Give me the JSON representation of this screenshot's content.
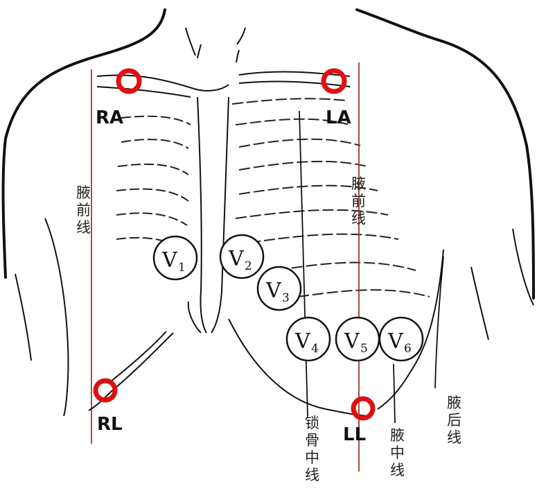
{
  "limb_electrodes": {
    "ra": "RA",
    "la": "LA",
    "rl": "RL",
    "ll": "LL"
  },
  "chest_electrodes": {
    "v1": {
      "letter": "V",
      "num": "1"
    },
    "v2": {
      "letter": "V",
      "num": "2"
    },
    "v3": {
      "letter": "V",
      "num": "3"
    },
    "v4": {
      "letter": "V",
      "num": "4"
    },
    "v5": {
      "letter": "V",
      "num": "5"
    },
    "v6": {
      "letter": "V",
      "num": "6"
    }
  },
  "line_labels": {
    "right_anterior_axillary": [
      "腋",
      "前",
      "线"
    ],
    "left_anterior_axillary": [
      "腋",
      "前",
      "线"
    ],
    "midclavicular": [
      "锁",
      "骨",
      "中",
      "线"
    ],
    "mid_axillary": [
      "腋",
      "中",
      "线"
    ],
    "posterior_axillary": [
      "腋",
      "后",
      "线"
    ]
  },
  "colors": {
    "electrode_red": "#e01010",
    "guide_line": "#9a3b2b",
    "ink": "#111111"
  }
}
